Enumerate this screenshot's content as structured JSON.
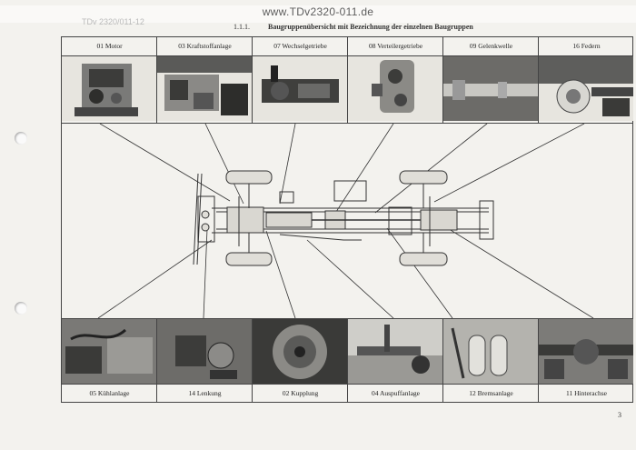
{
  "watermark": "www.TDv2320-011.de",
  "doc_number": "TDv 2320/011-12",
  "section": {
    "number": "1.1.1.",
    "title": "Baugruppenübersicht mit Bezeichnung der einzelnen Baugruppen"
  },
  "top_groups": [
    {
      "label": "01 Motor",
      "icon": "engine-photo"
    },
    {
      "label": "03 Kraftstoffanlage",
      "icon": "fuel-system-photo"
    },
    {
      "label": "07 Wechselgetriebe",
      "icon": "gearbox-photo"
    },
    {
      "label": "08 Verteilergetriebe",
      "icon": "transfer-case-photo"
    },
    {
      "label": "09 Gelenkwelle",
      "icon": "drive-shaft-photo"
    },
    {
      "label": "16 Federn",
      "icon": "suspension-photo"
    }
  ],
  "bottom_groups": [
    {
      "label": "05 Kühlanlage",
      "icon": "cooling-system-photo"
    },
    {
      "label": "14 Lenkung",
      "icon": "steering-photo"
    },
    {
      "label": "02 Kupplung",
      "icon": "clutch-photo"
    },
    {
      "label": "04 Auspuffanlage",
      "icon": "exhaust-photo"
    },
    {
      "label": "12 Bremsanlage",
      "icon": "brake-system-photo"
    },
    {
      "label": "11 Hinterachse",
      "icon": "rear-axle-photo"
    }
  ],
  "page_number": "3"
}
